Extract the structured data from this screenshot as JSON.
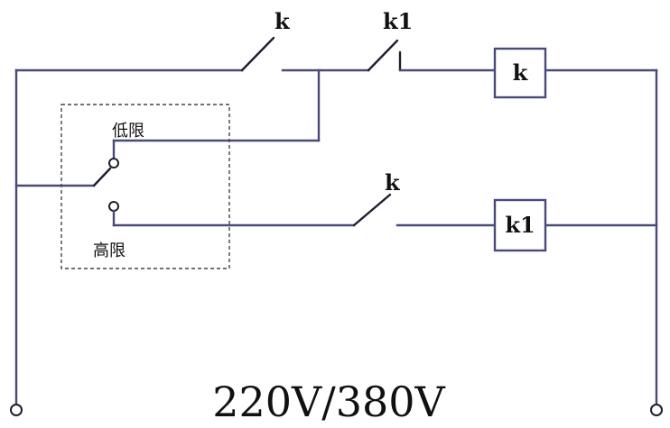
{
  "diagram": {
    "switch_k_top_label": "k",
    "switch_k1_top_label": "k1",
    "coil_k_label": "k",
    "switch_k_bottom_label": "k",
    "coil_k1_label": "k1",
    "low_limit_label": "低限",
    "high_limit_label": "高限",
    "voltage_label": "220V/380V"
  }
}
